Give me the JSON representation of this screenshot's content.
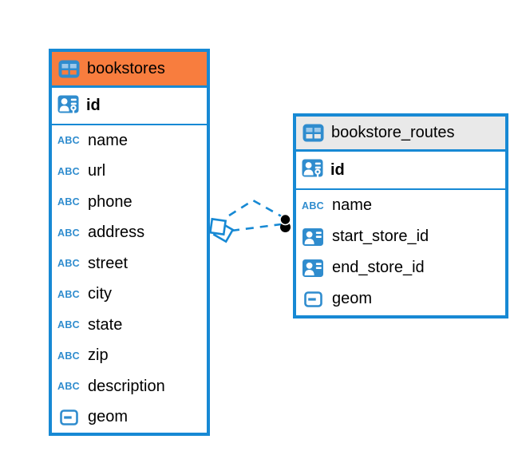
{
  "colors": {
    "table_border_blue": "#1789d4",
    "icon_blue": "#2f8cce",
    "icon_cell_light_blue": "#9cc8ea",
    "bookstores_header": "#f87d3e",
    "routes_header": "#e9e9e9",
    "link_blue": "#1789d4",
    "link_dot_black": "#000000",
    "text_black": "#000000"
  },
  "icon_labels": {
    "text_type": "ABC"
  },
  "tables": [
    {
      "name": "bookstores",
      "header_color": "#f87d3e",
      "primary_key": {
        "name": "id",
        "type": "primary-key"
      },
      "columns": [
        {
          "name": "name",
          "type": "text"
        },
        {
          "name": "url",
          "type": "text"
        },
        {
          "name": "phone",
          "type": "text"
        },
        {
          "name": "address",
          "type": "text"
        },
        {
          "name": "street",
          "type": "text"
        },
        {
          "name": "city",
          "type": "text"
        },
        {
          "name": "state",
          "type": "text"
        },
        {
          "name": "zip",
          "type": "text"
        },
        {
          "name": "description",
          "type": "text"
        },
        {
          "name": "geom",
          "type": "geometry"
        }
      ]
    },
    {
      "name": "bookstore_routes",
      "header_color": "#e9e9e9",
      "primary_key": {
        "name": "id",
        "type": "primary-key"
      },
      "columns": [
        {
          "name": "name",
          "type": "text"
        },
        {
          "name": "start_store_id",
          "type": "foreign-key"
        },
        {
          "name": "end_store_id",
          "type": "foreign-key"
        },
        {
          "name": "geom",
          "type": "geometry"
        }
      ]
    }
  ],
  "relationships": {
    "line_style": "dashed",
    "links": [
      {
        "from_table": "bookstores",
        "to_table": "bookstore_routes"
      },
      {
        "from_table": "bookstores",
        "to_table": "bookstore_routes"
      }
    ]
  }
}
